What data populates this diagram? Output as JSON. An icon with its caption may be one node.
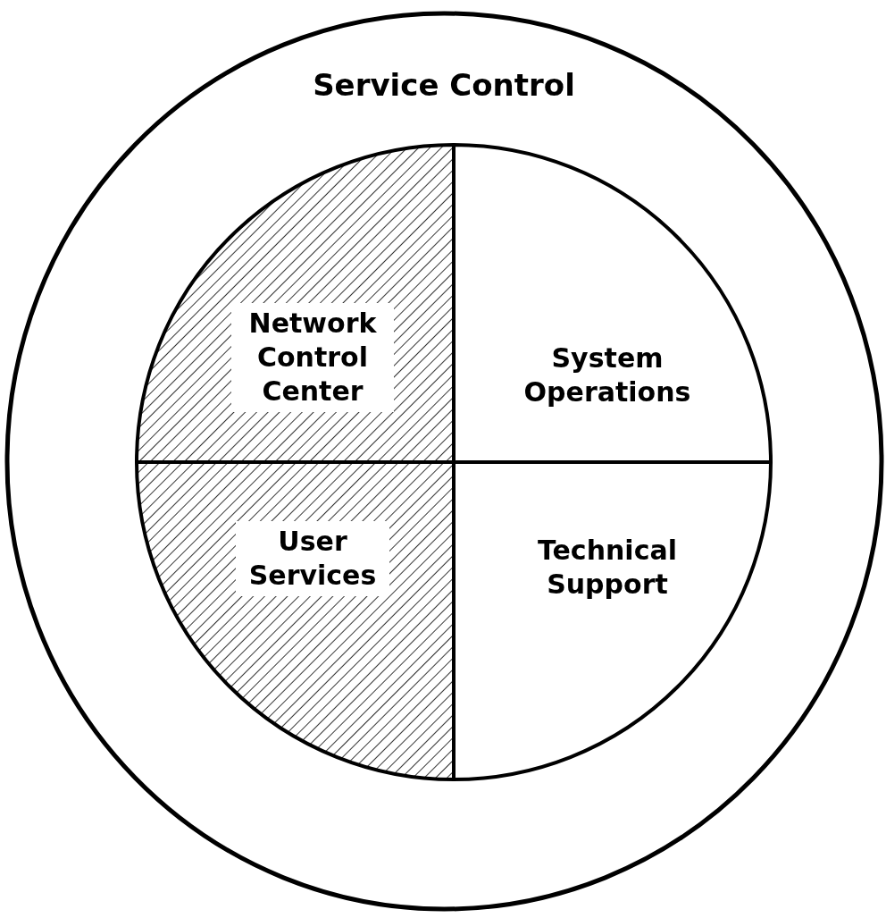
{
  "diagram": {
    "nodes": [
      {
        "text": [
          "Service Control"
        ]
      },
      {
        "text": [
          "Network Control Center"
        ],
        "in": 0
      },
      {
        "text": [
          "System Operations"
        ],
        "in": 0
      },
      {
        "text": [
          "User Services"
        ],
        "in": 0
      },
      {
        "text": [
          "Technical Support"
        ],
        "in": 0
      }
    ],
    "edges": []
  }
}
